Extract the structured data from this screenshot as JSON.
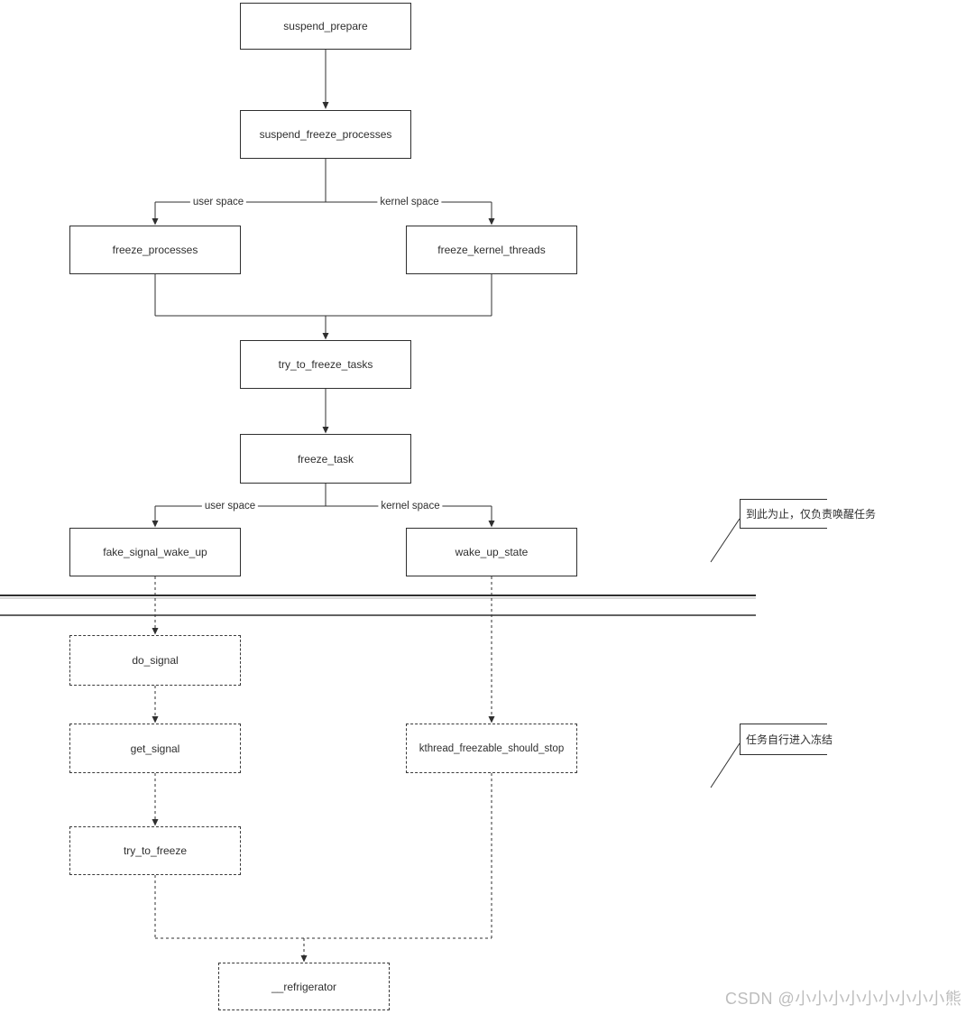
{
  "diagram": {
    "nodes": {
      "suspend_prepare": "suspend_prepare",
      "suspend_freeze_processes": "suspend_freeze_processes",
      "freeze_processes": "freeze_processes",
      "freeze_kernel_threads": "freeze_kernel_threads",
      "try_to_freeze_tasks": "try_to_freeze_tasks",
      "freeze_task": "freeze_task",
      "fake_signal_wake_up": "fake_signal_wake_up",
      "wake_up_state": "wake_up_state",
      "do_signal": "do_signal",
      "get_signal": "get_signal",
      "kthread_freezable_should_stop": "kthread_freezable_should_stop",
      "try_to_freeze": "try_to_freeze",
      "refrigerator": "__refrigerator"
    },
    "edge_labels": {
      "user_space": "user space",
      "kernel_space": "kernel space"
    },
    "edges": [
      "suspend_prepare -> suspend_freeze_processes",
      "suspend_freeze_processes -> freeze_processes (user space)",
      "suspend_freeze_processes -> freeze_kernel_threads (kernel space)",
      "freeze_processes -> try_to_freeze_tasks",
      "freeze_kernel_threads -> try_to_freeze_tasks",
      "try_to_freeze_tasks -> freeze_task",
      "freeze_task -> fake_signal_wake_up (user space)",
      "freeze_task -> wake_up_state (kernel space)",
      "fake_signal_wake_up -> do_signal (dashed)",
      "wake_up_state -> kthread_freezable_should_stop (dashed)",
      "do_signal -> get_signal (dashed)",
      "get_signal -> try_to_freeze (dashed)",
      "try_to_freeze -> __refrigerator (dashed)",
      "kthread_freezable_should_stop -> __refrigerator (dashed)"
    ],
    "annotations": {
      "wakeup_note": "到此为止，仅负责唤醒任务",
      "freeze_note": "任务自行进入冻结"
    },
    "colors": {
      "line": "#2f2f2f",
      "separator_shadow": "#b3b3b3",
      "text": "#2f2f2f",
      "watermark": "#bdbdbd",
      "background": "#ffffff"
    }
  },
  "watermark": {
    "text": "CSDN @小小小小小小小小小熊"
  }
}
